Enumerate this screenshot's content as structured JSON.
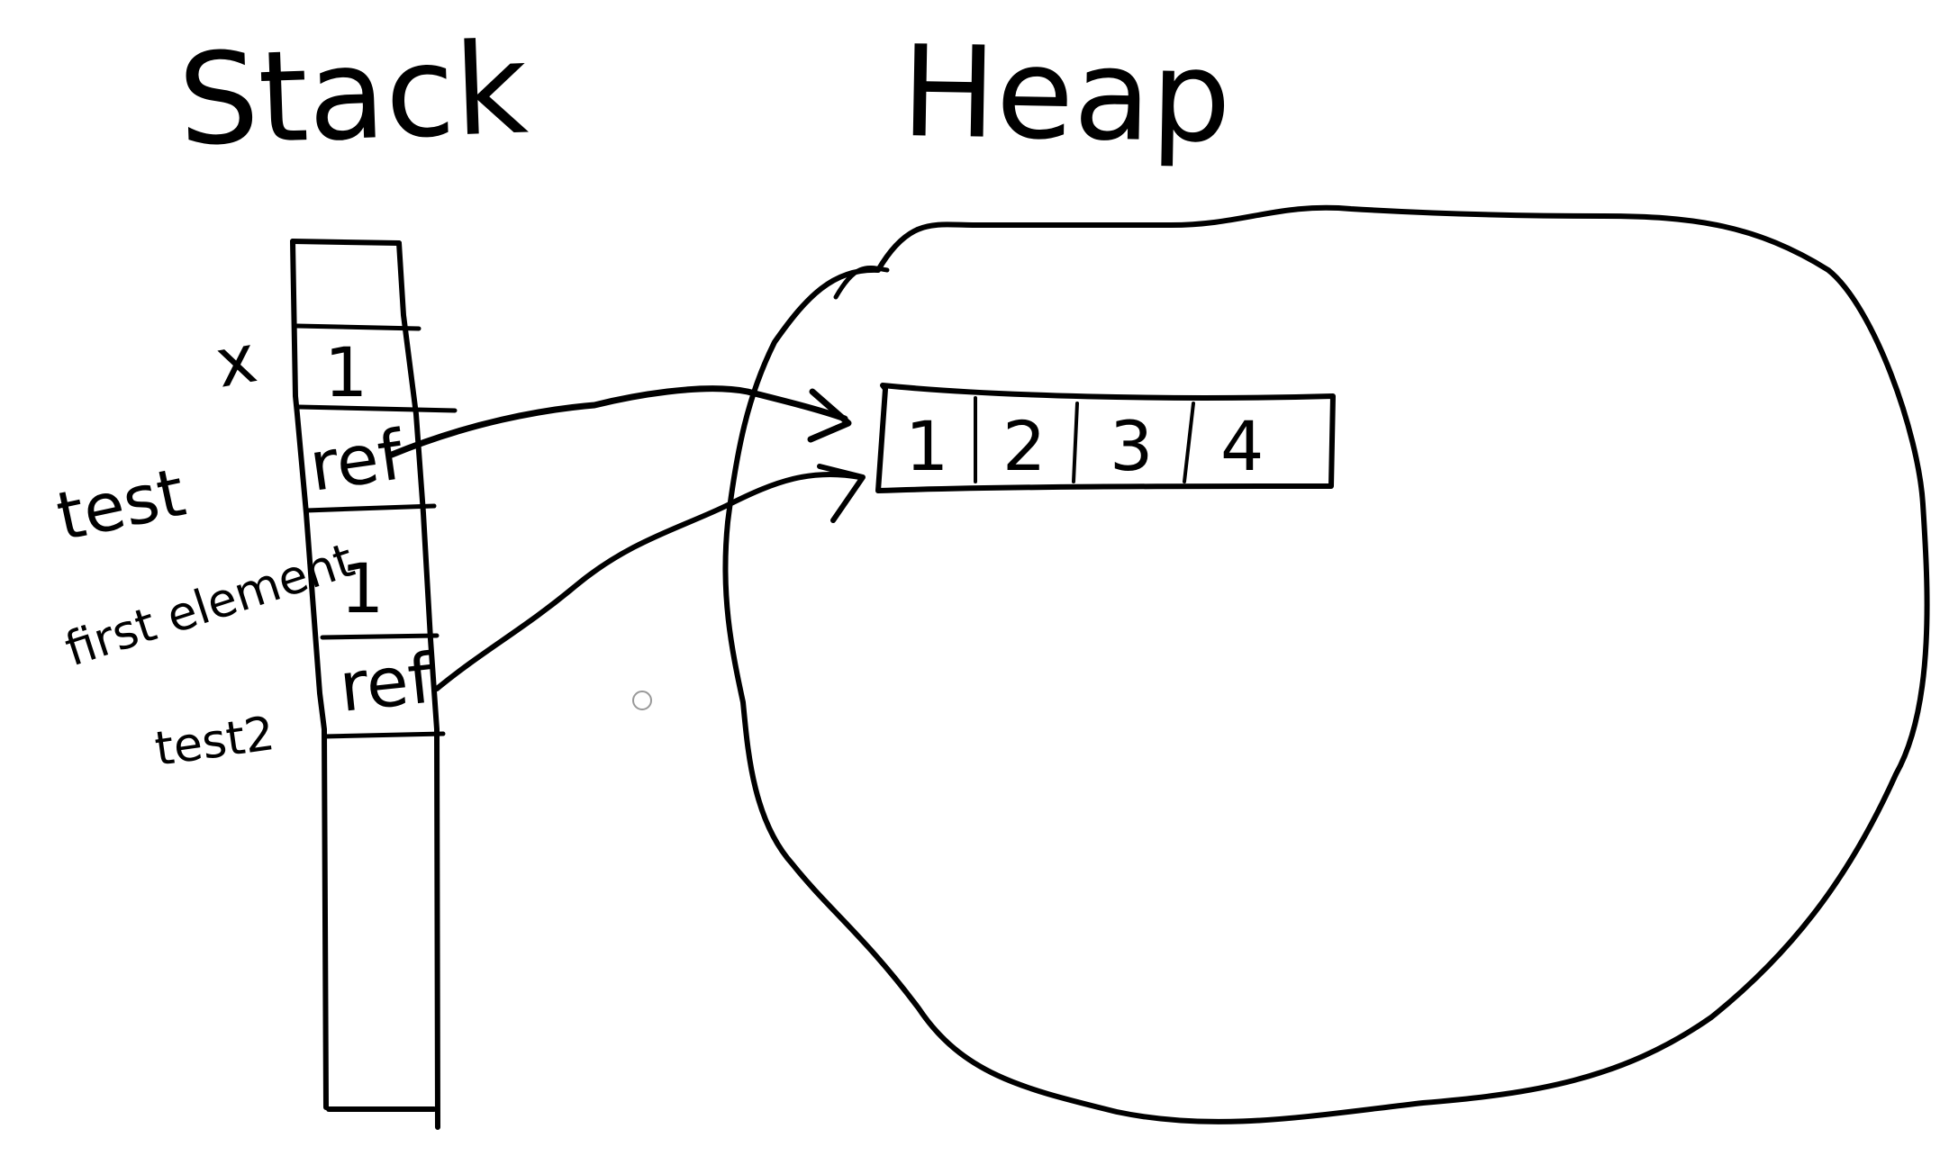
{
  "titles": {
    "stack": "Stack",
    "heap": "Heap"
  },
  "stack": {
    "cells": [
      {
        "value": "1",
        "label": "x"
      },
      {
        "value": "ref",
        "label": "test"
      },
      {
        "value": "1",
        "label": "first element"
      },
      {
        "value": "ref",
        "label": "test2"
      }
    ]
  },
  "heap": {
    "array": [
      "1",
      "2",
      "3",
      "4"
    ]
  },
  "colors": {
    "ink": "#000000",
    "background": "#ffffff"
  }
}
